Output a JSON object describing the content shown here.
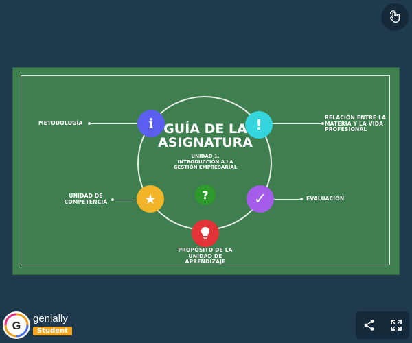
{
  "title": "GUÍA DE LA ASIGNATURA",
  "subtitle": "UNIDAD 1. INTRODUCCIÓN A LA GESTIÓN EMPRESARIAL",
  "center_symbol": "?",
  "nodes": {
    "metodologia": {
      "label": "METODOLOGÍA",
      "symbol": "i",
      "color": "#5b5ff0"
    },
    "relacion": {
      "label": "RELACIÓN ENTRE LA MATERIA Y LA VIDA PROFESIONAL",
      "symbol": "!",
      "color": "#35d6dd"
    },
    "competencia": {
      "label": "UNIDAD DE COMPETENCIA",
      "symbol": "★",
      "color": "#f2b52a"
    },
    "evaluacion": {
      "label": "EVALUACIÓN",
      "symbol": "✓",
      "color": "#a45de8"
    },
    "proposito": {
      "label": "PROPÓSITO DE LA UNIDAD DE APRENDIZAJE",
      "symbol": "bulb",
      "color": "#e23337"
    },
    "center": {
      "color": "#2f9a2c"
    }
  },
  "footer": {
    "brand": "genially",
    "badge": "Student"
  },
  "icons": {
    "top": "hand-pointer-icon",
    "share": "share-icon",
    "fullscreen": "fullscreen-icon",
    "logo": "genially-logo-icon"
  }
}
